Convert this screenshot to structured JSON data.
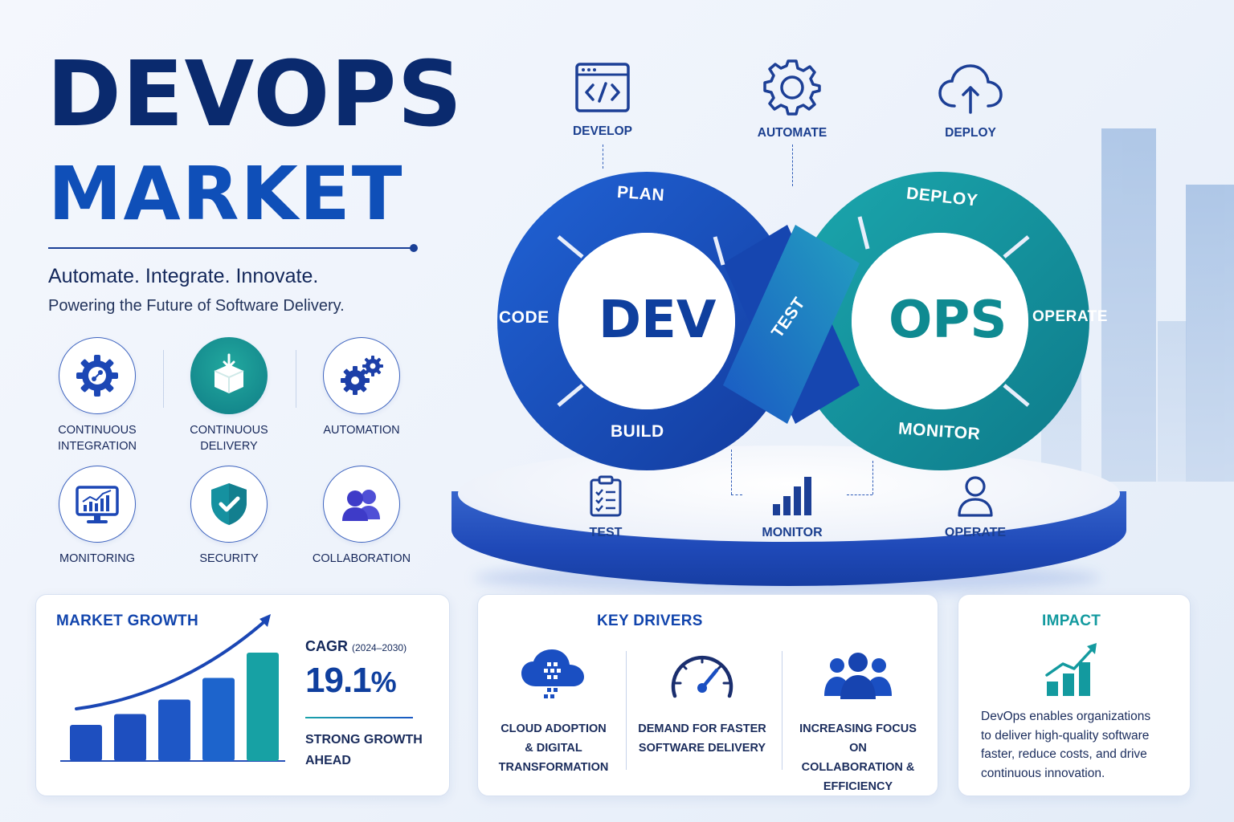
{
  "header": {
    "title_line1": "DEVOPS",
    "title_line2": "MARKET",
    "tagline": "Automate. Integrate. Innovate.",
    "subtitle": "Powering the Future of Software Delivery."
  },
  "features": [
    {
      "label_line1": "CONTINUOUS",
      "label_line2": "INTEGRATION",
      "icon": "gear-icon"
    },
    {
      "label_line1": "CONTINUOUS",
      "label_line2": "DELIVERY",
      "icon": "package-icon"
    },
    {
      "label_line1": "AUTOMATION",
      "label_line2": "",
      "icon": "gears-icon"
    },
    {
      "label_line1": "MONITORING",
      "label_line2": "",
      "icon": "monitor-chart-icon"
    },
    {
      "label_line1": "SECURITY",
      "label_line2": "",
      "icon": "shield-check-icon"
    },
    {
      "label_line1": "COLLABORATION",
      "label_line2": "",
      "icon": "users-icon"
    }
  ],
  "process_top": [
    {
      "label": "DEVELOP",
      "icon": "code-window-icon"
    },
    {
      "label": "AUTOMATE",
      "icon": "gear-icon"
    },
    {
      "label": "DEPLOY",
      "icon": "cloud-upload-icon"
    }
  ],
  "process_bottom": [
    {
      "label": "TEST",
      "icon": "checklist-icon"
    },
    {
      "label": "MONITOR",
      "icon": "bar-chart-icon"
    },
    {
      "label": "OPERATE",
      "icon": "user-icon"
    }
  ],
  "infinity": {
    "dev_center": "DEV",
    "ops_center": "OPS",
    "plan": "PLAN",
    "code": "CODE",
    "build": "BUILD",
    "test": "TEST",
    "deploy": "DEPLOY",
    "operate": "OPERATE",
    "monitor": "MONITOR"
  },
  "market_growth": {
    "title": "MARKET GROWTH",
    "cagr_label": "CAGR",
    "cagr_years": "(2024–2030)",
    "cagr_value": "19.1",
    "cagr_pct": "%",
    "growth_line1": "STRONG GROWTH",
    "growth_line2": "AHEAD"
  },
  "chart_data": {
    "type": "bar",
    "categories": [
      "",
      "",
      "",
      "",
      ""
    ],
    "values": [
      1.0,
      1.3,
      1.7,
      2.3,
      3.0
    ],
    "title": "",
    "xlabel": "",
    "ylabel": "",
    "trend_arrow": true,
    "colors": [
      "#1e4fbf",
      "#1e4fbf",
      "#1e57c6",
      "#1d64cc",
      "#17a1a4"
    ]
  },
  "key_drivers": {
    "title": "KEY DRIVERS",
    "items": [
      {
        "line1": "CLOUD ADOPTION",
        "line2": "& DIGITAL",
        "line3": "TRANSFORMATION",
        "icon": "cloud-data-icon"
      },
      {
        "line1": "DEMAND FOR FASTER",
        "line2": "SOFTWARE DELIVERY",
        "line3": "",
        "icon": "speedometer-icon"
      },
      {
        "line1": "INCREASING FOCUS ON",
        "line2": "COLLABORATION &",
        "line3": "EFFICIENCY",
        "icon": "team-icon"
      }
    ]
  },
  "impact": {
    "title": "IMPACT",
    "lines": [
      "DevOps enables organizations",
      "to deliver high-quality software",
      "faster, reduce costs, and drive",
      "continuous innovation."
    ],
    "icon": "growth-chart-icon"
  },
  "colors": {
    "navy": "#0a2a6e",
    "blue": "#0f4fb8",
    "teal": "#17a1a4"
  }
}
